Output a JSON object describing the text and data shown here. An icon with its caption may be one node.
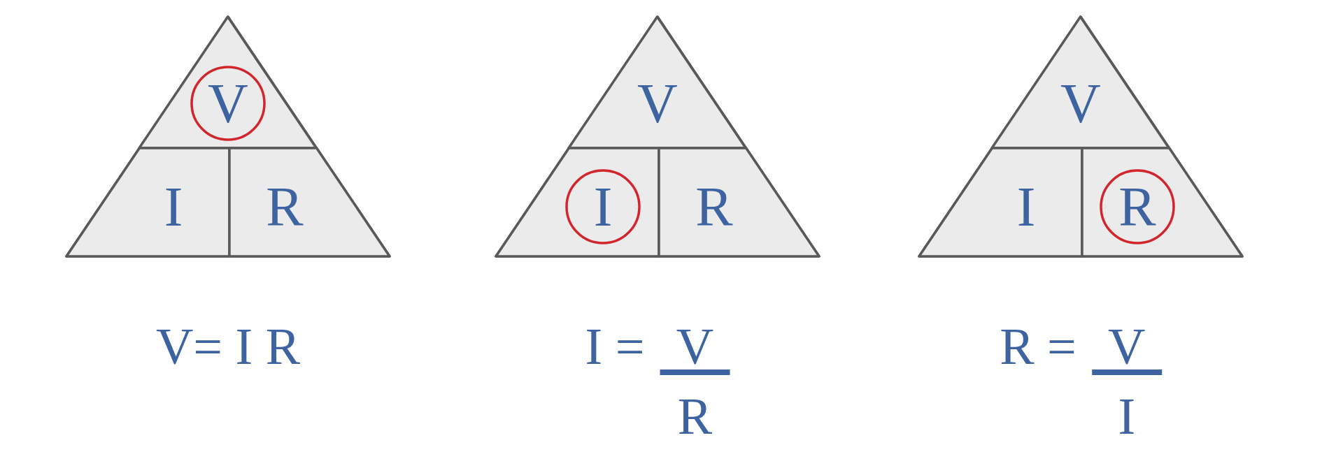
{
  "diagram": {
    "nodes": [
      {
        "text": [],
        "shape": "triangle",
        "beside": [
          "V= I R"
        ]
      },
      {
        "text": [],
        "shape": "box",
        "in": 0
      },
      {
        "text": [
          "V"
        ],
        "in": 1
      },
      {
        "text": [
          "I"
        ],
        "in": 0
      },
      {
        "text": [
          "R"
        ],
        "in": 0
      },
      {
        "text": [],
        "shape": "triangle",
        "beside": [
          "I =",
          "V",
          "R"
        ]
      },
      {
        "text": [
          "V"
        ],
        "in": 5
      },
      {
        "text": [],
        "shape": "box",
        "in": 5
      },
      {
        "text": [
          "I"
        ],
        "in": 7
      },
      {
        "text": [
          "R"
        ],
        "in": 5
      },
      {
        "text": [],
        "shape": "triangle",
        "beside": [
          "R =",
          "V",
          "I"
        ]
      },
      {
        "text": [
          "V"
        ],
        "in": 10
      },
      {
        "text": [
          "I"
        ],
        "in": 10
      },
      {
        "text": [],
        "shape": "box",
        "in": 10
      },
      {
        "text": [
          "R"
        ],
        "in": 13
      }
    ]
  }
}
